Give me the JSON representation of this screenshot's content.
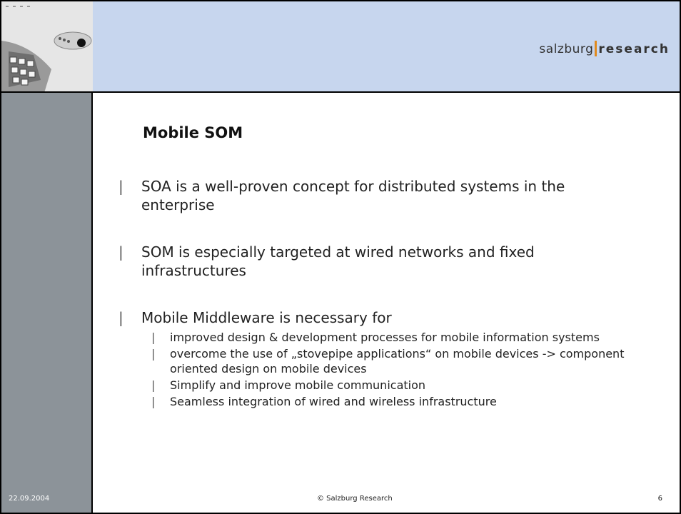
{
  "header": {
    "logo_part1": "salzburg",
    "logo_part2": "research"
  },
  "slide": {
    "title": "Mobile SOM",
    "bullets": [
      {
        "text": "SOA is a well-proven concept for distributed systems in the enterprise"
      },
      {
        "text": "SOM is especially targeted at wired networks and fixed infrastructures"
      },
      {
        "text": "Mobile Middleware is necessary for",
        "subbullets": [
          "improved design & development processes for mobile information systems",
          "overcome the use of „stovepipe applications“ on mobile devices -> component oriented design on mobile devices",
          "Simplify and improve mobile communication",
          "Seamless integration of wired and wireless infrastructure"
        ]
      }
    ]
  },
  "footer": {
    "date": "22.09.2004",
    "copyright": "© Salzburg Research",
    "page_number": "6"
  },
  "colors": {
    "header_bg": "#c7d6ee",
    "sidebar_bg": "#8c9399",
    "logo_accent": "#e08a1e"
  }
}
